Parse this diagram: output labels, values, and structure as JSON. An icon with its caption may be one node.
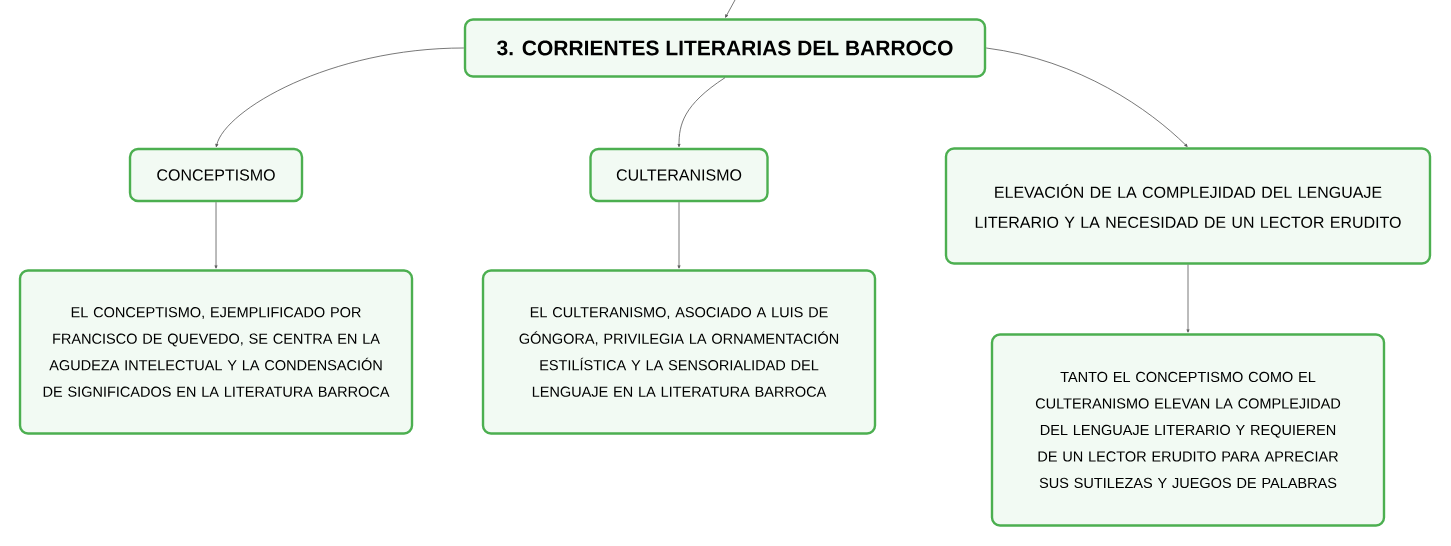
{
  "diagram": {
    "nodes": [
      {
        "text": [
          "3. CORRIENTES LITERARIAS DEL BARROCO"
        ]
      },
      {
        "text": [
          "CONCEPTISMO"
        ]
      },
      {
        "text": [
          "CULTERANISMO"
        ]
      },
      {
        "text": [
          "ELEVACIÓN DE LA COMPLEJIDAD DEL LENGUAJE LITERARIO Y LA NECESIDAD DE UN LECTOR ERUDITO"
        ]
      },
      {
        "text": [
          "EL CONCEPTISMO, EJEMPLIFICADO POR FRANCISCO DE QUEVEDO, SE CENTRA EN LA AGUDEZA INTELECTUAL Y LA CONDENSACIÓN DE SIGNIFICADOS EN LA LITERATURA BARROCA"
        ]
      },
      {
        "text": [
          "EL CULTERANISMO, ASOCIADO A LUIS DE GÓNGORA, PRIVILEGIA LA ORNAMENTACIÓN ESTILÍSTICA Y LA SENSORIALIDAD DEL LENGUAJE EN LA LITERATURA BARROCA"
        ]
      },
      {
        "text": [
          "TANTO EL CONCEPTISMO COMO EL CULTERANISMO ELEVAN LA COMPLEJIDAD DEL LENGUAJE LITERARIO Y REQUIEREN DE UN LECTOR ERUDITO PARA APRECIAR SUS SUTILEZAS Y JUEGOS DE PALABRAS"
        ]
      }
    ],
    "edges": [
      {
        "from": null,
        "to": 0,
        "arrow": "to"
      },
      {
        "from": 0,
        "to": 1,
        "arrow": "to"
      },
      {
        "from": 0,
        "to": 2,
        "arrow": "to"
      },
      {
        "from": 0,
        "to": 3,
        "arrow": "to"
      },
      {
        "from": 1,
        "to": 4,
        "arrow": "to"
      },
      {
        "from": 2,
        "to": 5,
        "arrow": "to"
      },
      {
        "from": 3,
        "to": 6,
        "arrow": "to"
      }
    ]
  }
}
